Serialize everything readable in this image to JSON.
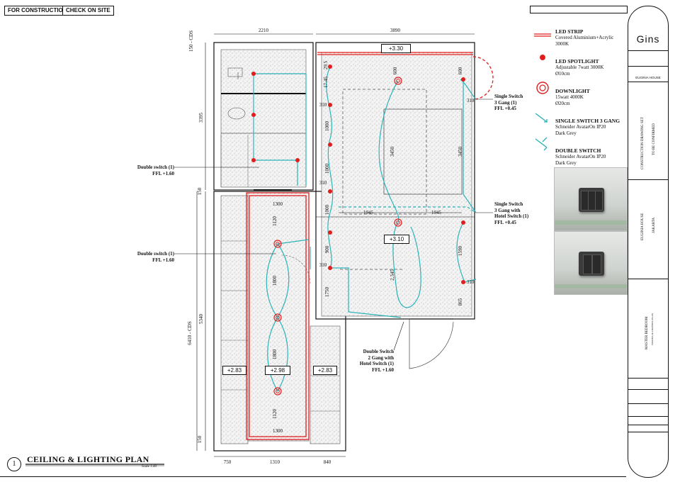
{
  "header": {
    "tag_construction": "FOR CONSTRUCTION",
    "tag_check": "CHECK ON SITE"
  },
  "dimensions": {
    "top_left": "2210",
    "top_right": "3890",
    "left_outer": "6410 - CDS",
    "left_mid": "5340",
    "left_top": "3395",
    "left_cds": "150 - CDS",
    "left_150a": "150",
    "left_150b": "150",
    "bottom_1": "750",
    "bottom_2": "1310",
    "bottom_3": "840",
    "bed_w1": "1945",
    "bed_w2": "1945",
    "bed_h1": "3450",
    "bed_h2": "3450",
    "bath_w_top": "1300",
    "bath_w_bot": "1300",
    "bath_h1": "1120",
    "bath_h2": "1800",
    "bath_h3": "1800",
    "bath_h4": "1120",
    "r600a": "600",
    "r600b": "600",
    "r310a": "310",
    "r310b": "310",
    "r310c": "310",
    "r310d": "310",
    "r310e": "310",
    "r1000a": "1000",
    "r1000b": "1000",
    "r1000c": "1000",
    "r900": "900",
    "r1750": "1750",
    "r2345": "2,345",
    "r1590": "1590",
    "r865": "865",
    "r2975": "29.5",
    "r1745": "17.45"
  },
  "levels": {
    "bed_top": "+3.30",
    "bed_mid": "+3.10",
    "bath_left": "+2.83",
    "bath_center": "+2.98",
    "bath_right": "+2.83"
  },
  "annotations": {
    "dbl1_title": "Double switch (1)",
    "dbl1_ffl": "FFL +1.60",
    "dbl2_title": "Double switch (1)",
    "dbl2_ffl": "FFL +1.60",
    "ss1_l1": "Single Switch",
    "ss1_l2": "3 Gang (1)",
    "ss1_l3": "FFL +0.45",
    "ss2_l1": "Single Switch",
    "ss2_l2": "3 Gang with",
    "ss2_l3": "Hotel Switch (1)",
    "ss2_l4": "FFL +0.45",
    "ds_l1": "Double Switch",
    "ds_l2": "2 Gang with",
    "ds_l3": "Hotel Switch (1)",
    "ds_l4": "FFL +1.60"
  },
  "legend": [
    {
      "icon": "led-strip-icon",
      "title": "LED STRIP",
      "l1": "Covered Aluminium+Acrylic",
      "l2": "3000K"
    },
    {
      "icon": "led-spotlight-icon",
      "title": "LED SPOTLIGHT",
      "l1": "Adjustable 7watt 3000K",
      "l2": "Ø10cm"
    },
    {
      "icon": "downlight-icon",
      "title": "DOWNLIGHT",
      "l1": "15watt 4000K",
      "l2": "Ø20cm"
    },
    {
      "icon": "single-switch-icon",
      "title": "SINGLE SWITCH 3 GANG",
      "l1": "Schneider AvatarOn IP20",
      "l2": "Dark Grey"
    },
    {
      "icon": "double-switch-icon",
      "title": "DOUBLE SWITCH",
      "l1": "Schneider AvatarOn IP20",
      "l2": "Dark Grey"
    }
  ],
  "titleblock": {
    "logo": "Gins",
    "client": "EUGINIA HOUSE",
    "drawing_set": "CONSTRUCTION DRAWING SET",
    "status": "TO BE CONFIRMED",
    "project": "EUGINIA HOUSE",
    "location": "JAKARTA",
    "drawing_title": "MASTER BEDROOM",
    "drawing_sub": "CEILING & LIGHTING PLAN"
  },
  "plan": {
    "number": "1",
    "title": "CEILING & LIGHTING PLAN",
    "scale": "Scale 1:40"
  },
  "colors": {
    "led": "#e01e1e",
    "wiring": "#2bb3b8",
    "line": "#111111"
  }
}
